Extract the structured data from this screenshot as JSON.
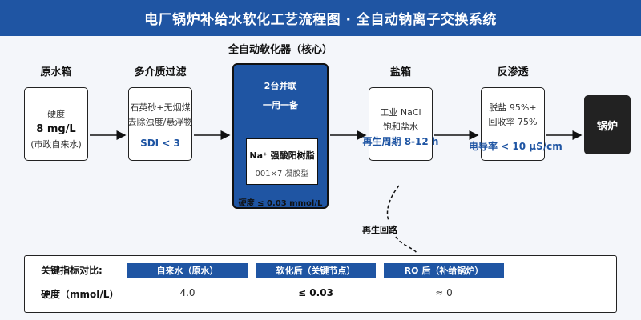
{
  "header": {
    "title": "电厂锅炉补给水软化工艺流程图 · 全自动钠离子交换系统"
  },
  "stages": {
    "raw": {
      "title": "原水箱",
      "line1": "硬度",
      "value": "8 mg/L",
      "line2": "(市政自来水)"
    },
    "filter": {
      "title": "多介质过滤",
      "line1": "石英砂+无烟煤",
      "line2": "去除浊度/悬浮物",
      "metric": "SDI < 3"
    },
    "softener": {
      "title": "全自动软化器（核心）",
      "line1": "2台并联",
      "line2": "一用一备",
      "resin_name": "Na⁺ 强酸阳树脂",
      "resin_type": "001×7 凝胶型",
      "metric": "硬度 ≤ 0.03 mmol/L"
    },
    "brine": {
      "title": "盐箱",
      "line1": "工业 NaCl",
      "line2": "饱和盐水",
      "metric": "再生周期 8-12 h"
    },
    "ro": {
      "title": "反渗透",
      "line1": "脱盐 95%+",
      "line2": "回收率 75%",
      "metric": "电导率 < 10 μS/cm"
    },
    "boiler": {
      "label": "锅炉"
    }
  },
  "regen_loop_label": "再生回路",
  "comparison": {
    "caption": "关键指标对比:",
    "columns": [
      "自来水（原水）",
      "软化后（关键节点）",
      "RO 后（补给锅炉）"
    ],
    "rows": [
      {
        "label": "硬度（mmol/L）",
        "values": [
          "4.0",
          "≤ 0.03",
          "≈ 0"
        ]
      }
    ]
  },
  "colors": {
    "primary": "#1f55a3",
    "dark": "#222222",
    "background": "#f4f6fa"
  }
}
